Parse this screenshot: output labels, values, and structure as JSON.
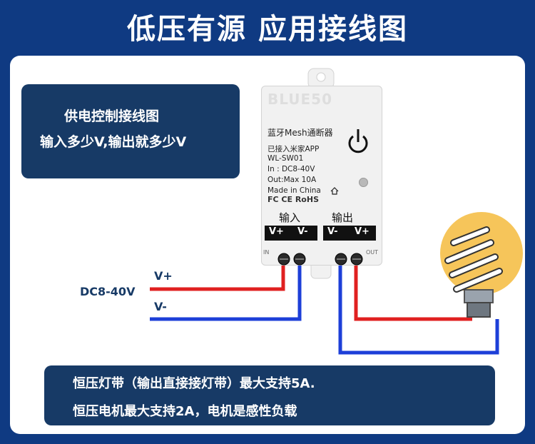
{
  "title": "低压有源 应用接线图",
  "info_top": {
    "line1": "供电控制接线图",
    "line2": "输入多少V,输出就多少V"
  },
  "device": {
    "brand": "BLUE50",
    "name": "蓝牙Mesh通断器",
    "spec1": "已接入米家APP",
    "spec2": "WL-SW01",
    "spec3": "In : DC8-40V",
    "spec4": "Out:Max 10A",
    "spec5": "Made in China",
    "cert": "FC CE RoHS",
    "input_label": "输入",
    "output_label": "输出",
    "input_terminals": [
      "V+",
      "V-"
    ],
    "output_terminals": [
      "V-",
      "V+"
    ],
    "in_side_label": "IN",
    "out_side_label": "OUT"
  },
  "supply": {
    "label": "DC8-40V",
    "plus": "V+",
    "minus": "V-"
  },
  "info_bottom": {
    "line1": "恒压灯带（输出直接接灯带）最大支持5A.",
    "line2": "恒压电机最大支持2A，电机是感性负载"
  },
  "icons": {
    "bulb": "spiral-bulb-icon",
    "power": "power-icon",
    "home": "home-icon"
  },
  "colors": {
    "background": "#0f3a82",
    "info_box": "#173a66",
    "wire_positive": "#e02020",
    "wire_negative": "#1d3fd8",
    "bulb_glow": "#f6c55a"
  }
}
